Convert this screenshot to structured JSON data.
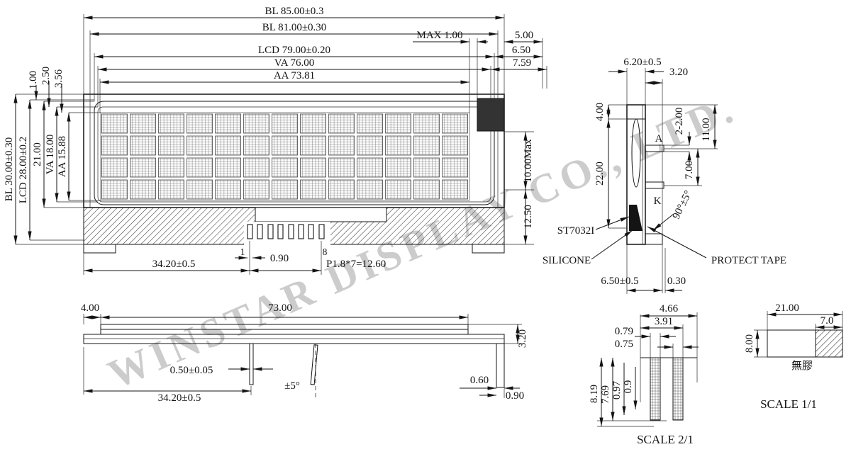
{
  "watermark": "WINSTAR DISPLAY CO., LTD.",
  "front_view": {
    "bl_w": "BL 85.00±0.3",
    "bl_w2": "BL 81.00±0.30",
    "max1": "MAX 1.00",
    "d500": "5.00",
    "lcd_w": "LCD 79.00±0.20",
    "d650": "6.50",
    "va_w": "VA 76.00",
    "d759": "7.59",
    "aa_w": "AA 73.81",
    "d100": "1.00",
    "d250": "2.50",
    "d356": "3.56",
    "bl_h": "BL 30.00±0.30",
    "lcd_h": "LCD 28.00±0.2",
    "d2100": "21.00",
    "va_h": "VA 18.00",
    "aa_h": "AA 15.88",
    "d10max": "10.00Max",
    "d1250": "12.50",
    "pin_first": "1",
    "pin_last": "8",
    "d090": "0.90",
    "d3420": "34.20±0.5",
    "pitch": "P1.8*7=12.60"
  },
  "side_view": {
    "d620": "6.20±0.5",
    "d320": "3.20",
    "d400": "4.00",
    "d2200": "22.00",
    "a": "A",
    "k": "K",
    "d2x200": "2-2.00",
    "d1100": "11.00",
    "d700": "7.00",
    "ang90": "90°±5°",
    "ic": "ST7032I",
    "silicone": "SILICONE",
    "tape": "PROTECT TAPE",
    "d650": "6.50±0.5",
    "d030": "0.30"
  },
  "bottom_view": {
    "d400": "4.00",
    "d7300": "73.00",
    "d320": "3.20",
    "d050": "0.50±0.05",
    "ang5": "±5°",
    "d3420": "34.20±0.5",
    "d060": "0.60",
    "d090": "0.90"
  },
  "pin_detail": {
    "d466": "4.66",
    "d391": "3.91",
    "d079": "0.79",
    "d075": "0.75",
    "d819": "8.19",
    "d769": "7.69",
    "d097": "0.97",
    "d09": "0.9",
    "scale": "SCALE 2/1"
  },
  "tail_detail": {
    "d2100": "21.00",
    "d70": "7.0",
    "d800": "8.00",
    "no_glue": "無膠",
    "scale": "SCALE 1/1"
  }
}
